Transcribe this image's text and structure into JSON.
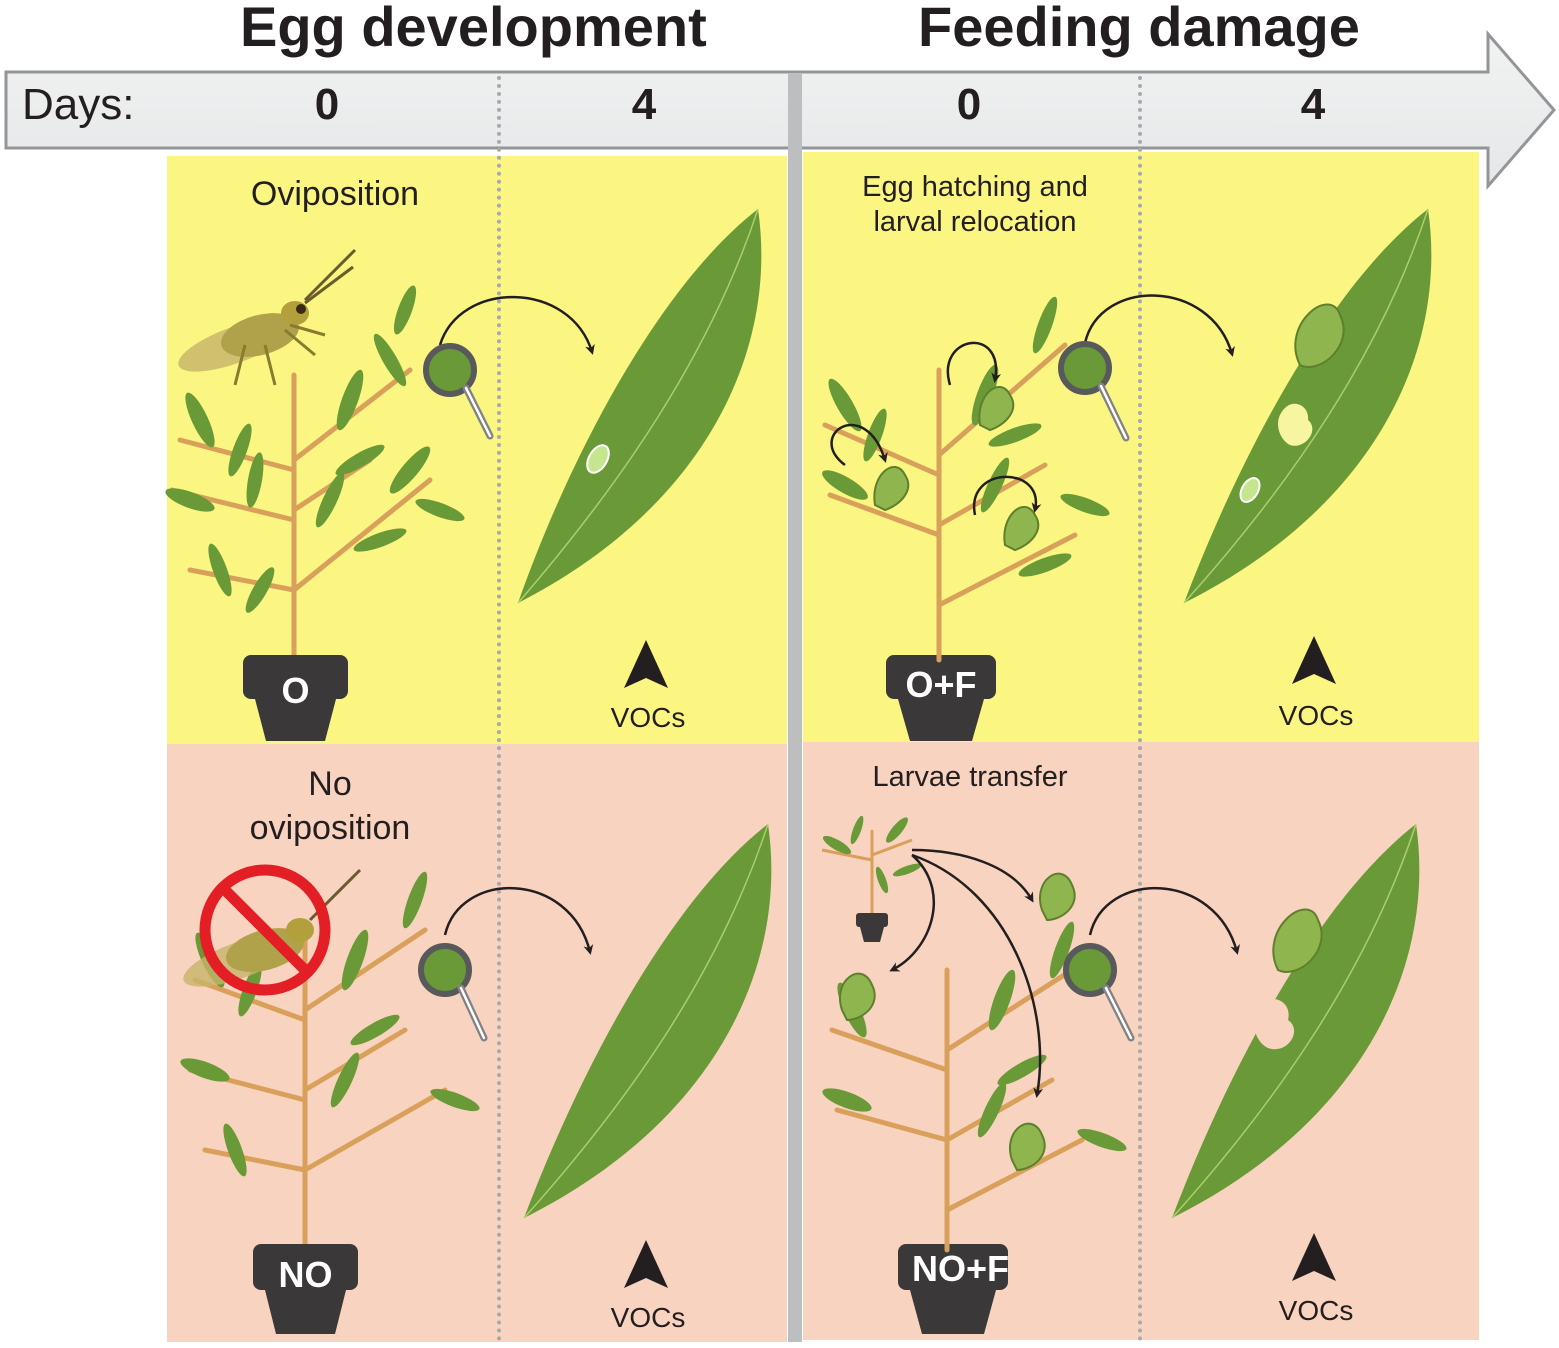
{
  "timeline": {
    "phases": [
      "Egg development",
      "Feeding damage"
    ],
    "days_label": "Days:",
    "days": [
      "0",
      "4",
      "0",
      "4"
    ]
  },
  "panels": {
    "oviposition": {
      "caption": "Oviposition",
      "pot_label": "O",
      "voc_label": "VOCs"
    },
    "egg_hatching": {
      "caption": "Egg hatching and larval relocation",
      "pot_label": "O+F",
      "voc_label": "VOCs"
    },
    "no_oviposition": {
      "caption": "No oviposition",
      "pot_label": "NO",
      "voc_label": "VOCs"
    },
    "larvae_transfer": {
      "caption": "Larvae transfer",
      "pot_label": "NO+F",
      "voc_label": "VOCs"
    }
  },
  "icons": [
    "sawfly-icon",
    "no-entry-icon",
    "magnifier-icon",
    "leaf-icon",
    "egg-icon",
    "larva-icon",
    "pot-icon",
    "plant-icon",
    "curved-arrow-icon",
    "triangle-icon"
  ],
  "colors": {
    "oviposition_bg": "#fbf582",
    "no_oviposition_bg": "#f8d3bf",
    "leaf": "#6a9a37",
    "stem": "#d9a05b",
    "pot": "#3a3839",
    "larva": "#8fb64e",
    "forbidden": "#e31e24"
  }
}
